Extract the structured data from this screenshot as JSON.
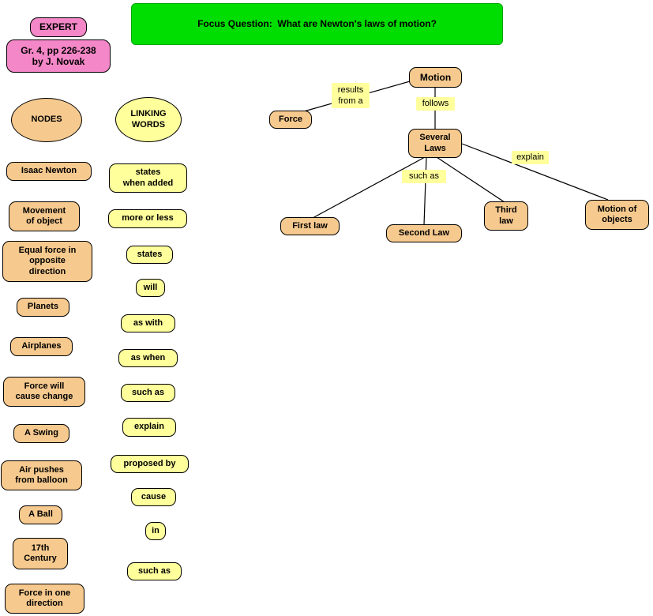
{
  "header": {
    "expert": "EXPERT",
    "source": "Gr. 4, pp 226-238\nby J. Novak",
    "focus_question": "Focus Question:  What are Newton's laws of motion?"
  },
  "colors": {
    "node_fill": "#F6C98E",
    "linking_fill": "#FFFF9C",
    "pink_fill": "#F487C7",
    "green_fill": "#00DD00",
    "edge_color": "#000000"
  },
  "nodes_panel": {
    "title": "NODES",
    "items": [
      "Isaac Newton",
      "Movement\nof object",
      "Equal force in\nopposite\ndirection",
      "Planets",
      "Airplanes",
      "Force will\ncause change",
      "A Swing",
      "Air pushes\nfrom balloon",
      "A Ball",
      "17th\nCentury",
      "Force in one\ndirection"
    ]
  },
  "linking_panel": {
    "title": "LINKING\nWORDS",
    "items": [
      "states\nwhen added",
      "more or less",
      "states",
      "will",
      "as with",
      "as when",
      "such as",
      "explain",
      "proposed by",
      "cause",
      "in",
      "such as"
    ]
  },
  "map": {
    "concepts": {
      "motion": "Motion",
      "force": "Force",
      "several_laws": "Several\nLaws",
      "first_law": "First law",
      "second_law": "Second Law",
      "third_law": "Third\nlaw",
      "motion_of_objects": "Motion of\nobjects"
    },
    "links": {
      "results_from_a": "results\nfrom a",
      "follows": "follows",
      "such_as": "such as",
      "explain": "explain"
    }
  }
}
